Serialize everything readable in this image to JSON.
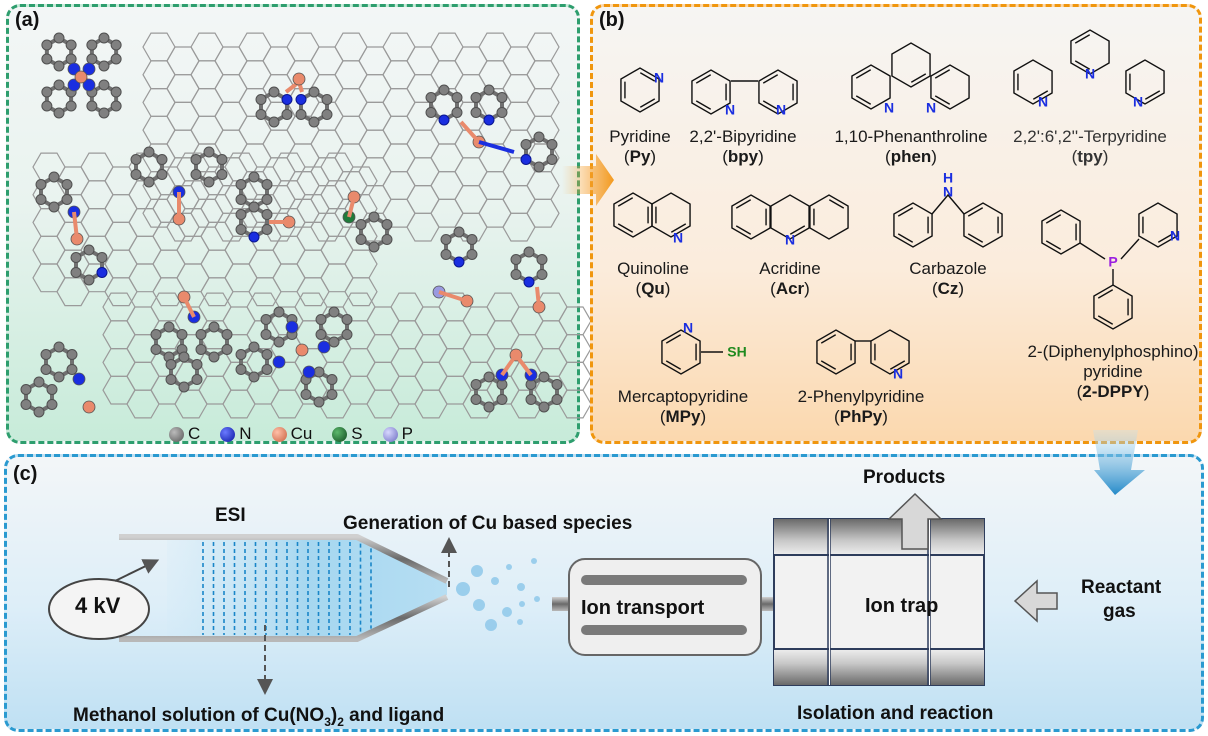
{
  "panels": {
    "a": {
      "label": "(a)",
      "legend": [
        {
          "symbol": "C",
          "color": "#7a7a7a"
        },
        {
          "symbol": "N",
          "color": "#1a2ee0"
        },
        {
          "symbol": "Cu",
          "color": "#e98a6c"
        },
        {
          "symbol": "S",
          "color": "#1f7a3a"
        },
        {
          "symbol": "P",
          "color": "#9a9ae0"
        }
      ]
    },
    "b": {
      "label": "(b)",
      "ligands": [
        {
          "name": "Pyridine",
          "abbr": "Py"
        },
        {
          "name": "2,2'-Bipyridine",
          "abbr": "bpy"
        },
        {
          "name": "1,10-Phenanthroline",
          "abbr": "phen"
        },
        {
          "name": "2,2':6',2''-Terpyridine",
          "abbr": "tpy"
        },
        {
          "name": "Quinoline",
          "abbr": "Qu"
        },
        {
          "name": "Acridine",
          "abbr": "Acr"
        },
        {
          "name": "Carbazole",
          "abbr": "Cz"
        },
        {
          "name": "2-(Diphenylphosphino)",
          "name2": "pyridine",
          "abbr": "2-DPPY"
        },
        {
          "name": "Mercaptopyridine",
          "abbr": "MPy"
        },
        {
          "name": "2-Phenylpyridine",
          "abbr": "PhPy"
        }
      ],
      "atom_labels": {
        "N": "N",
        "H": "H",
        "P": "P",
        "SH": "SH"
      }
    },
    "c": {
      "label": "(c)",
      "esi": "ESI",
      "voltage": "4 kV",
      "generation": "Generation of Cu based species",
      "solution_pre": "Methanol solution of Cu(NO",
      "solution_sub1": "3",
      "solution_mid": ")",
      "solution_sub2": "2",
      "solution_post": " and ligand",
      "ion_transport": "Ion transport",
      "ion_trap": "Ion trap",
      "products": "Products",
      "reactant_gas_1": "Reactant",
      "reactant_gas_2": "gas",
      "isolation": "Isolation and reaction"
    }
  },
  "colors": {
    "green": "#2e9e6e",
    "orange": "#f0960e",
    "blue": "#2a9ad0",
    "nitrogen": "#1a2ee0",
    "phosphorus": "#9b1fe0",
    "sulfur": "#1f8a1f"
  }
}
